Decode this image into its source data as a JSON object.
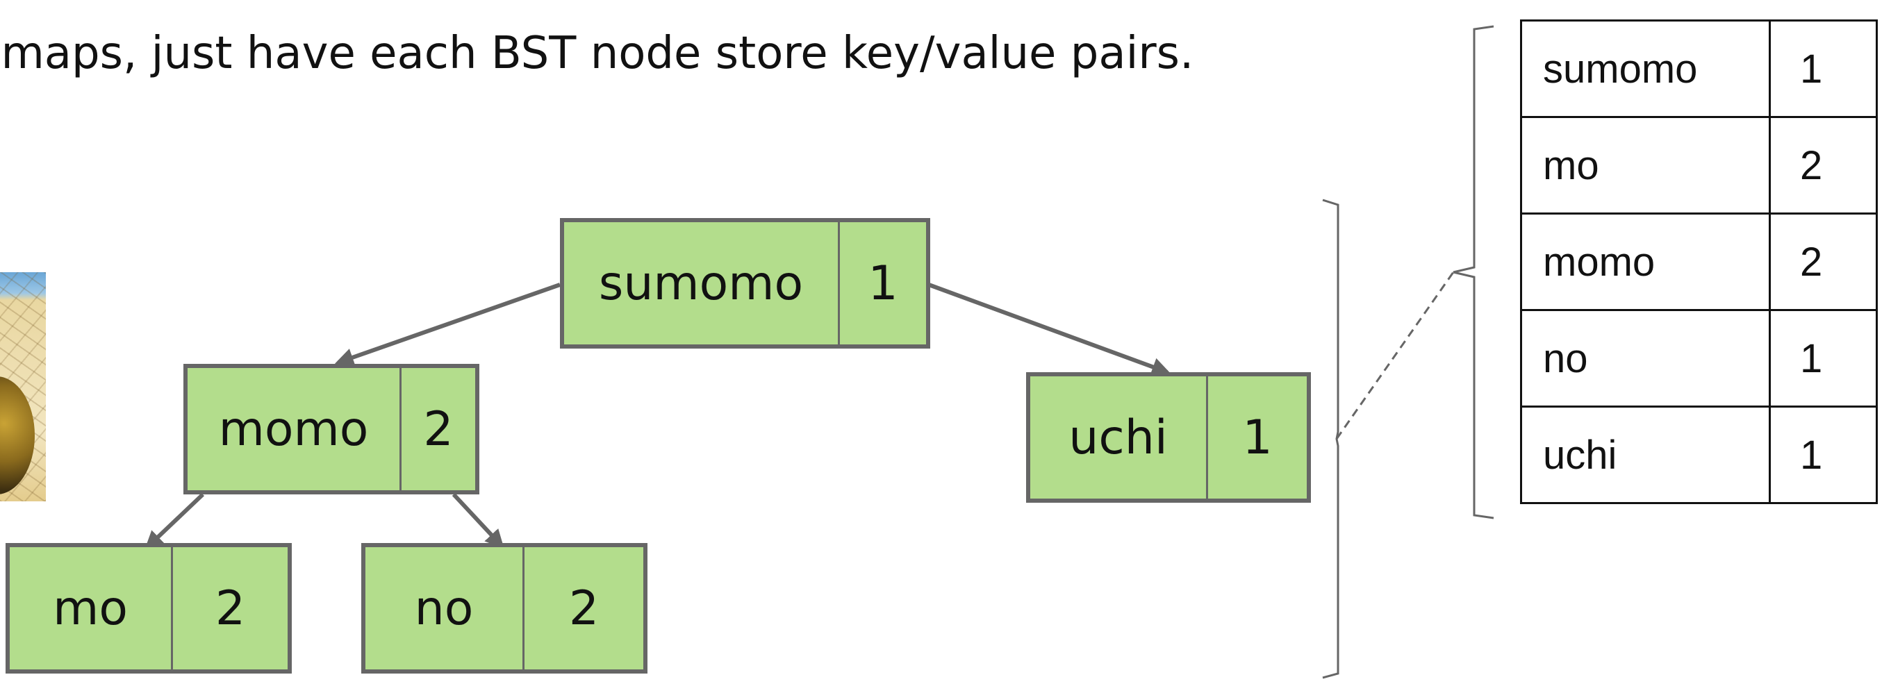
{
  "headline": "t maps, just have each BST node store key/value pairs.",
  "tree": {
    "root": {
      "key": "sumomo",
      "value": "1"
    },
    "left": {
      "key": "momo",
      "value": "2"
    },
    "right": {
      "key": "uchi",
      "value": "1"
    },
    "left_left": {
      "key": "mo",
      "value": "2"
    },
    "left_right": {
      "key": "no",
      "value": "2"
    }
  },
  "table": {
    "rows": [
      {
        "key": "sumomo",
        "value": "1"
      },
      {
        "key": "mo",
        "value": "2"
      },
      {
        "key": "momo",
        "value": "2"
      },
      {
        "key": "no",
        "value": "1"
      },
      {
        "key": "uchi",
        "value": "1"
      }
    ]
  },
  "colors": {
    "node_fill": "#b3dd8c",
    "node_border": "#666666",
    "text": "#111111"
  }
}
